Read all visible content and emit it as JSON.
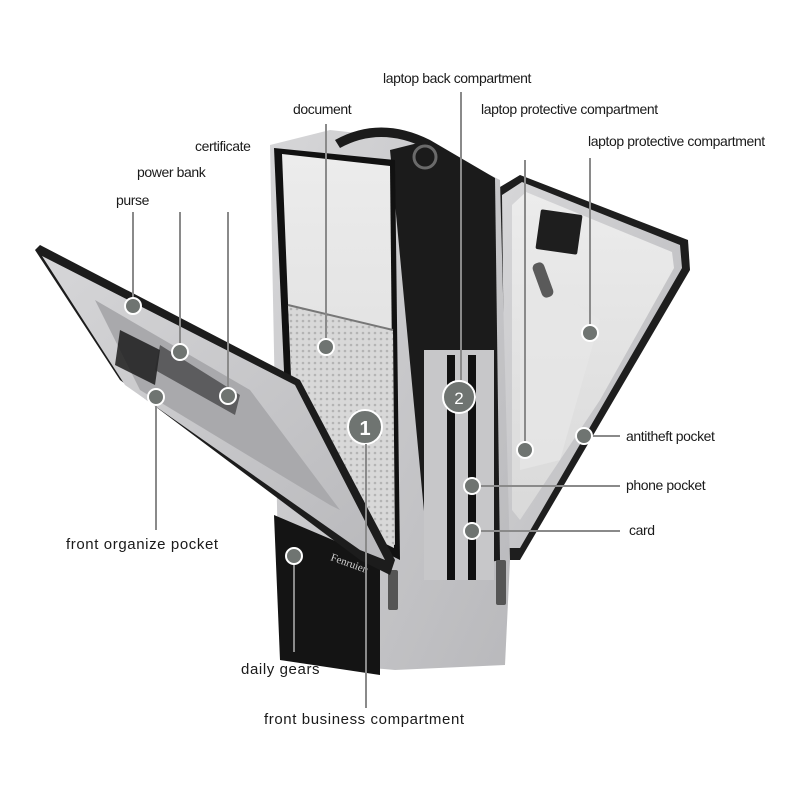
{
  "image": {
    "brand_text": "Fenruien",
    "compartment_markers": [
      "1",
      "2"
    ]
  },
  "labels": {
    "laptop_back_compartment": "laptop back compartment",
    "laptop_protective_compartment_1": "laptop protective compartment",
    "laptop_protective_compartment_2": "laptop protective compartment",
    "document": "document",
    "certificate": "certificate",
    "power_bank": "power bank",
    "purse": "purse",
    "antitheft_pocket": "antitheft pocket",
    "phone_pocket": "phone pocket",
    "card": "card",
    "front_organize_pocket": "front organize pocket",
    "daily_gears": "daily gears",
    "front_business_compartment": "front business compartment"
  },
  "colors": {
    "leader_line": "#8a8a8a",
    "marker_fill": "#6f7471",
    "bag_grey": "#c9c9cb",
    "bag_dark": "#1e1e1e"
  }
}
